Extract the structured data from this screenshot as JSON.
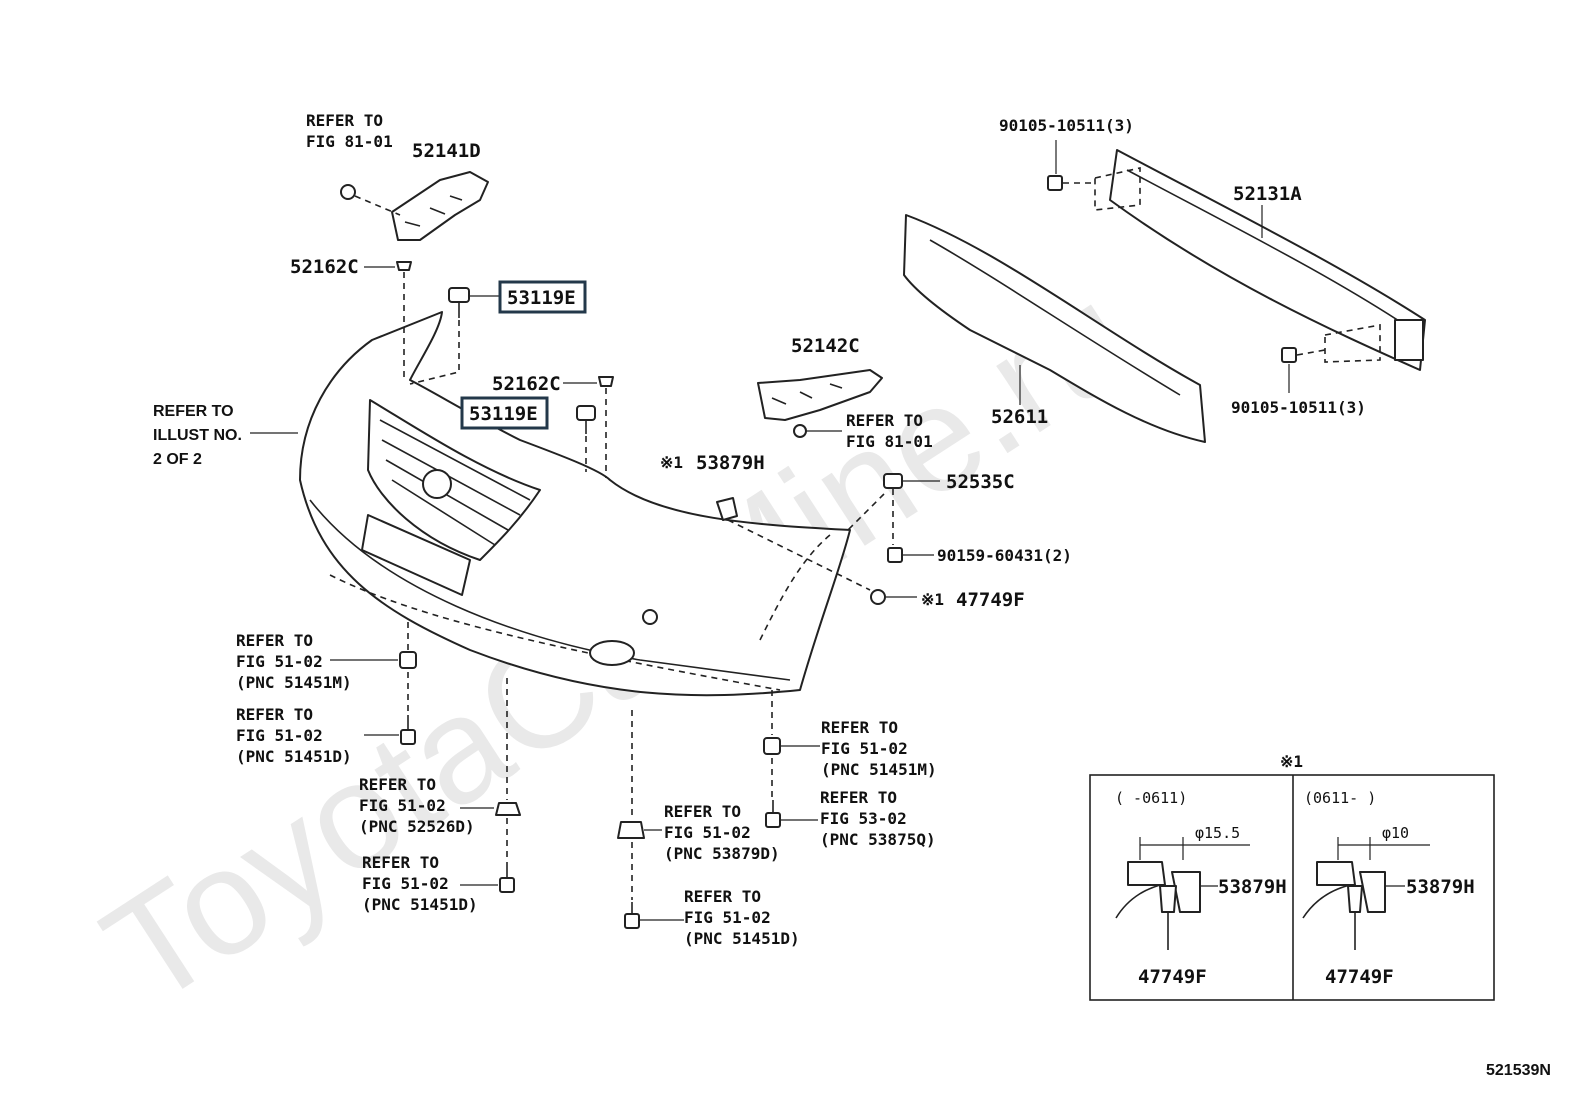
{
  "watermark": "ToyotaCarMine.ru",
  "figure_id": "521539N",
  "labels": {
    "p52141D": "52141D",
    "p52162C_a": "52162C",
    "p53119E_a": "53119E",
    "p52162C_b": "52162C",
    "p53119E_b": "53119E",
    "p52142C": "52142C",
    "p53879H": "53879H",
    "p52535C": "52535C",
    "p90159": "90159-60431(2)",
    "p47749F": "47749F",
    "p52131A": "52131A",
    "p52611": "52611",
    "p90105_top": "90105-10511(3)",
    "p90105_bot": "90105-10511(3)",
    "mark1": "※1"
  },
  "notes": {
    "refer_fig81_top": [
      "REFER TO",
      "FIG 81-01"
    ],
    "refer_fig81_mid": [
      "REFER TO",
      "FIG 81-01"
    ],
    "refer_illust": [
      "REFER TO",
      "ILLUST NO.",
      "2 OF 2"
    ],
    "r1": [
      "REFER TO",
      "FIG 51-02",
      "(PNC 51451M)"
    ],
    "r2": [
      "REFER TO",
      "FIG 51-02",
      "(PNC 51451D)"
    ],
    "r3": [
      "REFER TO",
      "FIG 51-02",
      "(PNC 52526D)"
    ],
    "r4": [
      "REFER TO",
      "FIG 51-02",
      "(PNC 51451D)"
    ],
    "r5": [
      "REFER TO",
      "FIG 51-02",
      "(PNC 53879D)"
    ],
    "r6": [
      "REFER TO",
      "FIG 51-02",
      "(PNC 51451D)"
    ],
    "r7": [
      "REFER TO",
      "FIG 51-02",
      "(PNC 51451M)"
    ],
    "r8": [
      "REFER TO",
      "FIG 53-02",
      "(PNC 53875Q)"
    ]
  },
  "inset": {
    "mark": "※1",
    "left": {
      "period": "(      -0611)",
      "dim": "φ15.5",
      "part_a": "53879H",
      "part_b": "47749F"
    },
    "right": {
      "period": "(0611-      )",
      "dim": "φ10",
      "part_a": "53879H",
      "part_b": "47749F"
    }
  }
}
